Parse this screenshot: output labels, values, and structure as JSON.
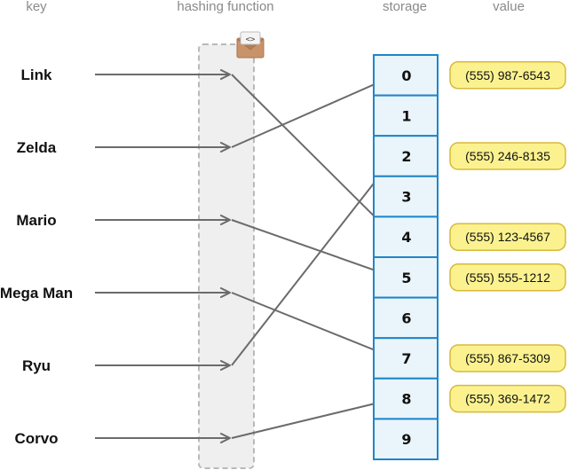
{
  "headers": {
    "key": "key",
    "hashing_function": "hashing function",
    "storage": "storage",
    "value": "value"
  },
  "keys": [
    "Link",
    "Zelda",
    "Mario",
    "Mega Man",
    "Ryu",
    "Corvo"
  ],
  "storage_slots": [
    "0",
    "1",
    "2",
    "3",
    "4",
    "5",
    "6",
    "7",
    "8",
    "9"
  ],
  "mappings": [
    {
      "key": "Link",
      "slot": 4
    },
    {
      "key": "Zelda",
      "slot": 0
    },
    {
      "key": "Mario",
      "slot": 5
    },
    {
      "key": "Mega Man",
      "slot": 7
    },
    {
      "key": "Ryu",
      "slot": 2
    },
    {
      "key": "Corvo",
      "slot": 8
    }
  ],
  "values": [
    {
      "slot": 0,
      "text": "(555) 987-6543"
    },
    {
      "slot": 2,
      "text": "(555) 246-8135"
    },
    {
      "slot": 4,
      "text": "(555) 123-4567"
    },
    {
      "slot": 5,
      "text": "(555) 555-1212"
    },
    {
      "slot": 7,
      "text": "(555) 867-5309"
    },
    {
      "slot": 8,
      "text": "(555) 369-1472"
    }
  ],
  "icons": {
    "hash_box": "envelope-code-icon"
  },
  "colors": {
    "storage_stroke": "#1f86c9",
    "storage_fill": "#e9f5fb",
    "value_fill": "#fbf28f",
    "value_stroke": "#d8b93c",
    "arrow": "#6b6b6b",
    "hash_fill": "#efefef",
    "hash_stroke": "#b9b9b9"
  }
}
